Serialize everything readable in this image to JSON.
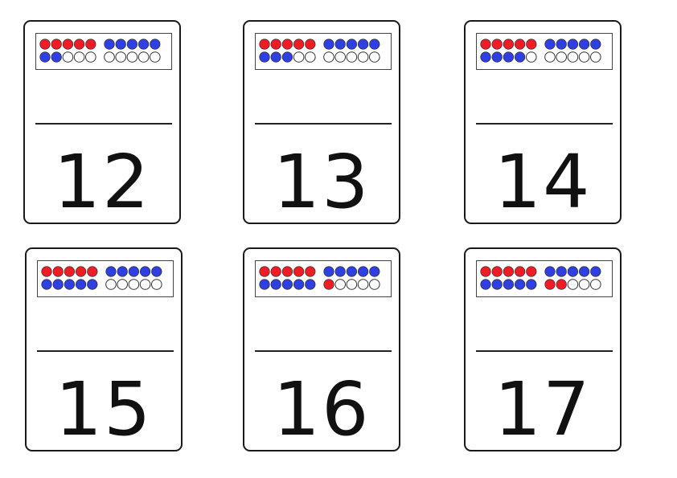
{
  "colors": {
    "red": "#ee1c25",
    "blue": "#2f3fe0",
    "empty": "#ffffff"
  },
  "cards": [
    {
      "number": "12",
      "rows": [
        [
          "r",
          "r",
          "r",
          "r",
          "r",
          "b",
          "b",
          "b",
          "b",
          "b"
        ],
        [
          "b",
          "b",
          "e",
          "e",
          "e",
          "e",
          "e",
          "e",
          "e",
          "e"
        ]
      ]
    },
    {
      "number": "13",
      "rows": [
        [
          "r",
          "r",
          "r",
          "r",
          "r",
          "b",
          "b",
          "b",
          "b",
          "b"
        ],
        [
          "b",
          "b",
          "b",
          "e",
          "e",
          "e",
          "e",
          "e",
          "e",
          "e"
        ]
      ]
    },
    {
      "number": "14",
      "rows": [
        [
          "r",
          "r",
          "r",
          "r",
          "r",
          "b",
          "b",
          "b",
          "b",
          "b"
        ],
        [
          "b",
          "b",
          "b",
          "b",
          "e",
          "e",
          "e",
          "e",
          "e",
          "e"
        ]
      ]
    },
    {
      "number": "15",
      "rows": [
        [
          "r",
          "r",
          "r",
          "r",
          "r",
          "b",
          "b",
          "b",
          "b",
          "b"
        ],
        [
          "b",
          "b",
          "b",
          "b",
          "b",
          "e",
          "e",
          "e",
          "e",
          "e"
        ]
      ]
    },
    {
      "number": "16",
      "rows": [
        [
          "r",
          "r",
          "r",
          "r",
          "r",
          "b",
          "b",
          "b",
          "b",
          "b"
        ],
        [
          "b",
          "b",
          "b",
          "b",
          "b",
          "r",
          "e",
          "e",
          "e",
          "e"
        ]
      ]
    },
    {
      "number": "17",
      "rows": [
        [
          "r",
          "r",
          "r",
          "r",
          "r",
          "b",
          "b",
          "b",
          "b",
          "b"
        ],
        [
          "b",
          "b",
          "b",
          "b",
          "b",
          "r",
          "r",
          "e",
          "e",
          "e"
        ]
      ]
    }
  ]
}
